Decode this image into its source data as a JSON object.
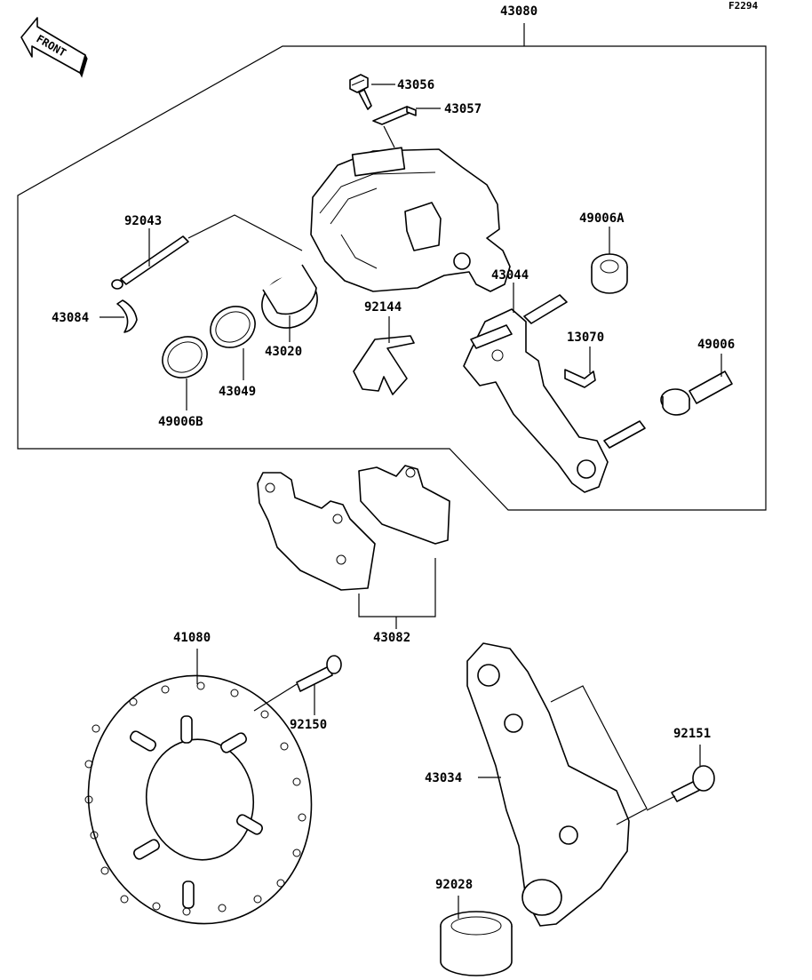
{
  "diagram_code": "F2294",
  "front_label": "FRONT",
  "part_labels": {
    "p43080": "43080",
    "p43056": "43056",
    "p43057": "43057",
    "p92043": "92043",
    "p49006A": "49006A",
    "p43044": "43044",
    "p43084": "43084",
    "p92144": "92144",
    "p13070": "13070",
    "p49006": "49006",
    "p43020": "43020",
    "p43049": "43049",
    "p49006B": "49006B",
    "p43082": "43082",
    "p41080": "41080",
    "p92150": "92150",
    "p92151": "92151",
    "p43034": "43034",
    "p92028": "92028"
  }
}
